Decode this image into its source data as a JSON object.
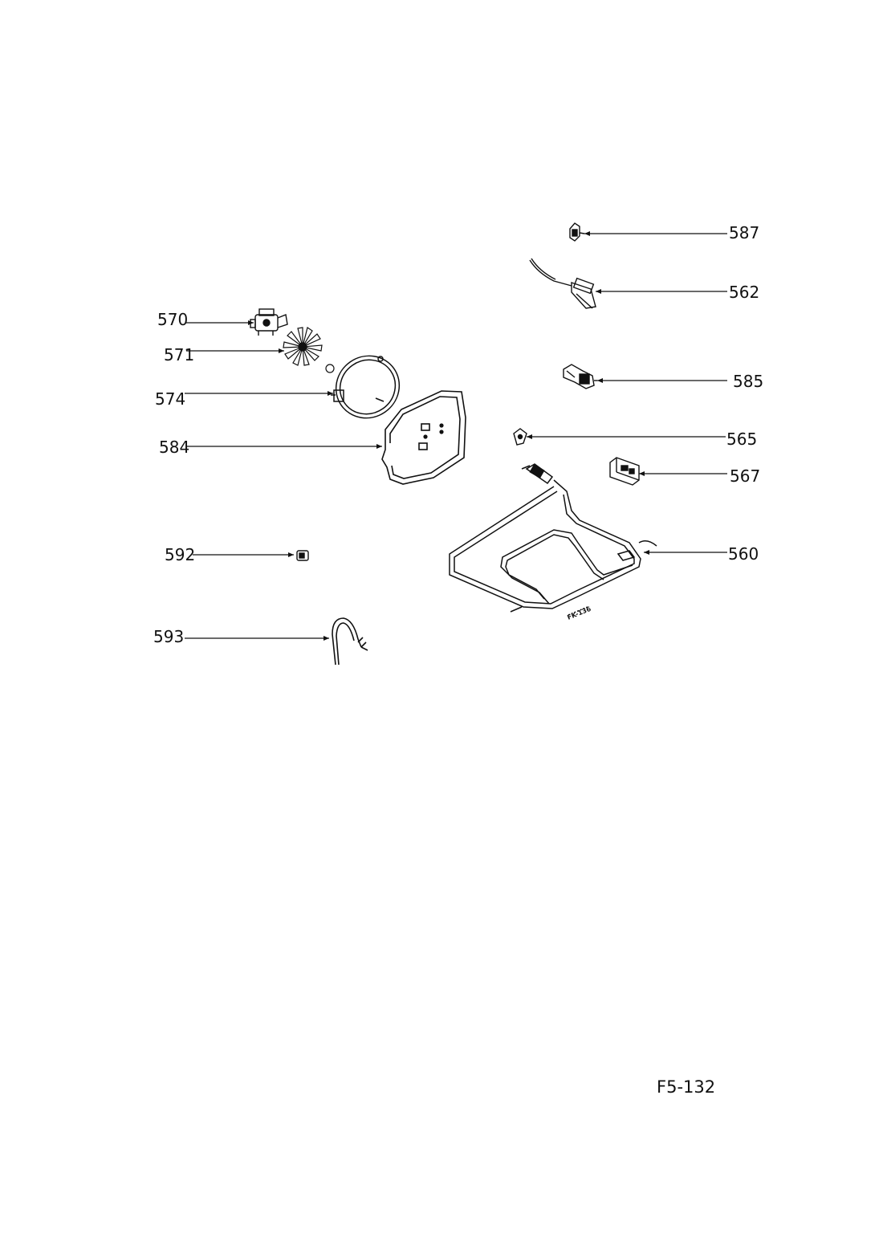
{
  "diagram": {
    "figure_code": "F5-132",
    "stamp_text": "FK-136",
    "parts": [
      {
        "id": "570",
        "icon": "fan-motor-icon"
      },
      {
        "id": "571",
        "icon": "fan-blade-icon"
      },
      {
        "id": "574",
        "icon": "circular-heating-element-icon"
      },
      {
        "id": "584",
        "icon": "fan-cover-plate-icon"
      },
      {
        "id": "592",
        "icon": "small-connector-icon"
      },
      {
        "id": "593",
        "icon": "cable-icon"
      },
      {
        "id": "587",
        "icon": "clip-icon"
      },
      {
        "id": "562",
        "icon": "thermostat-probe-icon"
      },
      {
        "id": "585",
        "icon": "lamp-holder-icon"
      },
      {
        "id": "565",
        "icon": "seal-icon"
      },
      {
        "id": "567",
        "icon": "terminal-block-icon"
      },
      {
        "id": "560",
        "icon": "bottom-heating-element-icon"
      }
    ]
  }
}
